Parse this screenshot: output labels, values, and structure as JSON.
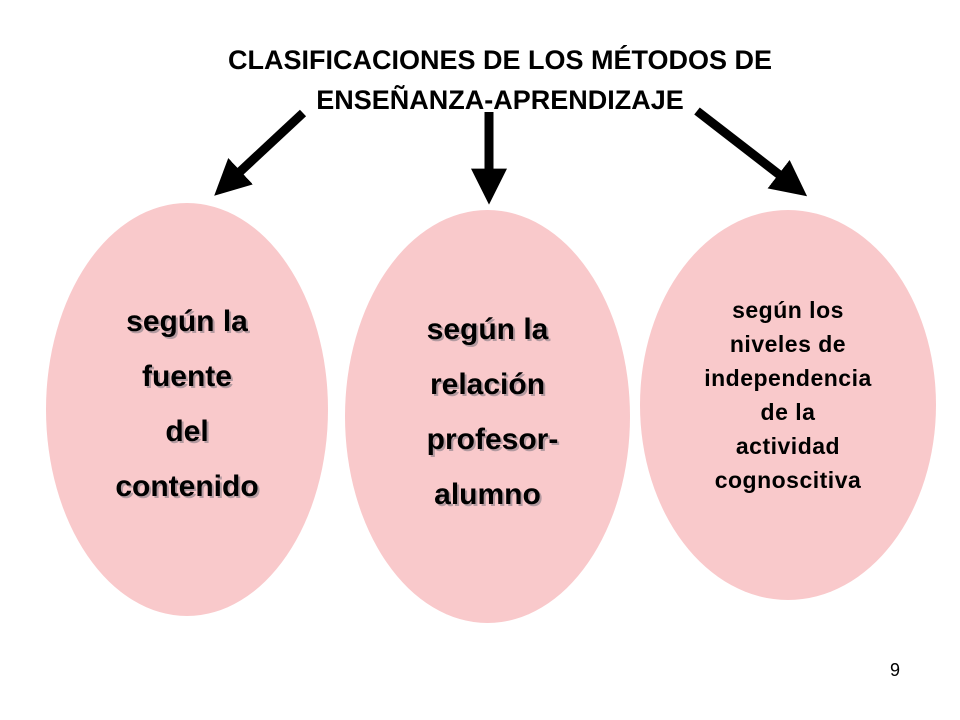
{
  "slide": {
    "title_lines": [
      "CLASIFICACIONES  DE LOS MÉTODOS DE",
      "ENSEÑANZA-APRENDIZAJE"
    ],
    "ovals": [
      {
        "lines": [
          "según  la",
          "fuente",
          "del",
          "contenido"
        ]
      },
      {
        "lines": [
          "según  la",
          "relación",
          "profesor-",
          "alumno"
        ]
      },
      {
        "lines": [
          "según  los",
          "niveles  de",
          "independencia",
          "de  la",
          "actividad",
          "cognoscitiva"
        ]
      }
    ],
    "page_number": "9"
  },
  "colors": {
    "oval_fill": "#f9c9cb",
    "arrow": "#000000",
    "text": "#000000",
    "background": "#ffffff"
  }
}
